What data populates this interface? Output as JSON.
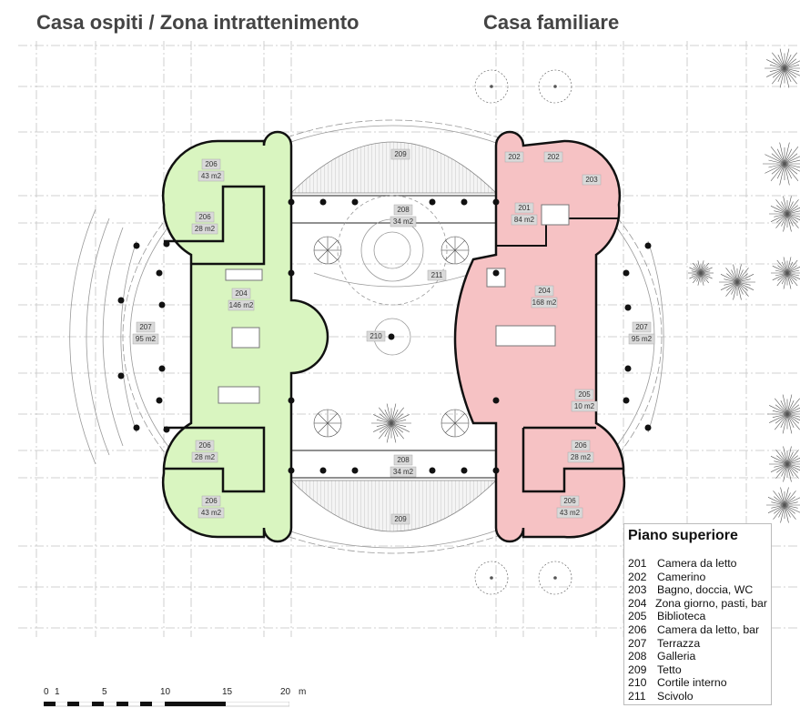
{
  "titles": {
    "left": "Casa ospiti  / Zona intrattenimento",
    "right": "Casa familiare"
  },
  "colors": {
    "guest_wing": "#d9f5c0",
    "family_wing": "#f6c2c4",
    "walls": "#111111",
    "grid": "#bdbdbd"
  },
  "rooms": {
    "l_206_top": {
      "num": "206",
      "area": "43 m2"
    },
    "l_206_a": {
      "num": "206",
      "area": "28 m2"
    },
    "l_204": {
      "num": "204",
      "area": "146 m2"
    },
    "l_207": {
      "num": "207",
      "area": "95 m2"
    },
    "l_206_b": {
      "num": "206",
      "area": "28 m2"
    },
    "l_206_bot": {
      "num": "206",
      "area": "43 m2"
    },
    "c_209_top": {
      "num": "209"
    },
    "c_208_top": {
      "num": "208",
      "area": "34 m2"
    },
    "c_211": {
      "num": "211"
    },
    "c_210": {
      "num": "210"
    },
    "c_208_bot": {
      "num": "208",
      "area": "34 m2"
    },
    "c_209_bot": {
      "num": "209"
    },
    "r_202a": {
      "num": "202"
    },
    "r_202b": {
      "num": "202"
    },
    "r_203": {
      "num": "203"
    },
    "r_201": {
      "num": "201",
      "area": "84 m2"
    },
    "r_204": {
      "num": "204",
      "area": "168 m2"
    },
    "r_207": {
      "num": "207",
      "area": "95 m2"
    },
    "r_205": {
      "num": "205",
      "area": "10 m2"
    },
    "r_206_a": {
      "num": "206",
      "area": "28 m2"
    },
    "r_206_bot": {
      "num": "206",
      "area": "43 m2"
    }
  },
  "legend": {
    "title": "Piano superiore",
    "items": [
      {
        "num": "201",
        "label": "Camera da letto"
      },
      {
        "num": "202",
        "label": "Camerino"
      },
      {
        "num": "203",
        "label": "Bagno, doccia, WC"
      },
      {
        "num": "204",
        "label": "Zona giorno, pasti, bar"
      },
      {
        "num": "205",
        "label": "Biblioteca"
      },
      {
        "num": "206",
        "label": "Camera da letto, bar"
      },
      {
        "num": "207",
        "label": "Terrazza"
      },
      {
        "num": "208",
        "label": "Galleria"
      },
      {
        "num": "209",
        "label": "Tetto"
      },
      {
        "num": "210",
        "label": "Cortile interno"
      },
      {
        "num": "211",
        "label": "Scivolo"
      }
    ]
  },
  "scale_bar": {
    "ticks": [
      "0",
      "1",
      "5",
      "10",
      "15",
      "20"
    ],
    "unit": "m"
  }
}
